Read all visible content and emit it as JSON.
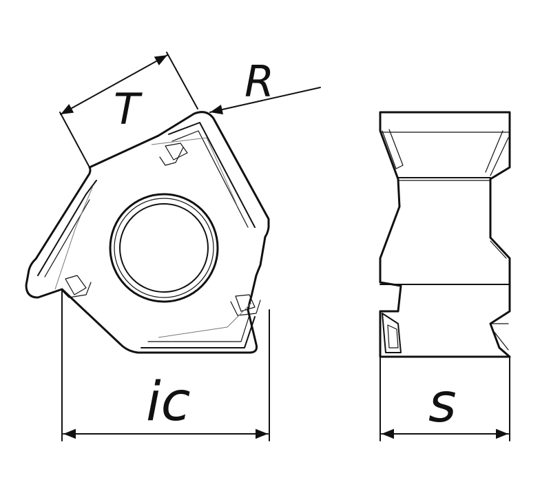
{
  "labels": {
    "T": "T",
    "R": "R",
    "ic": "ic",
    "s": "s"
  },
  "colors": {
    "ink": "#111111",
    "background": "#ffffff"
  }
}
